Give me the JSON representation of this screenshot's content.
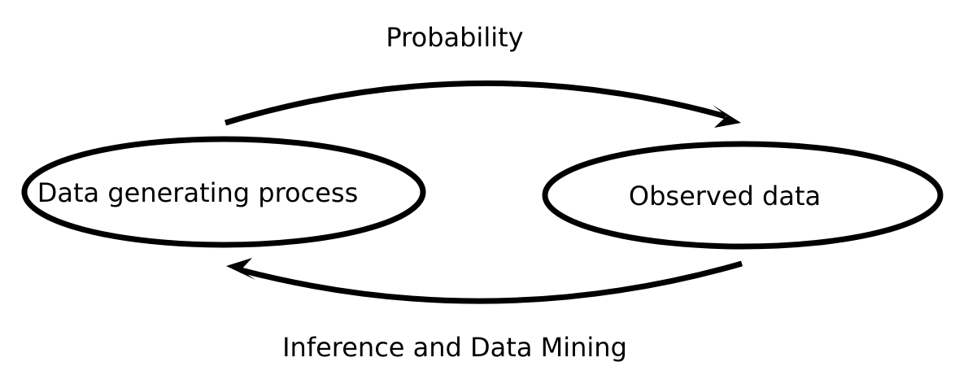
{
  "diagram": {
    "nodes": {
      "source": {
        "label": "Data generating process"
      },
      "target": {
        "label": "Observed data"
      }
    },
    "edges": {
      "forward": {
        "label": "Probability"
      },
      "backward": {
        "label": "Inference and Data Mining"
      }
    }
  },
  "colors": {
    "stroke": "#000000",
    "background": "#ffffff"
  }
}
